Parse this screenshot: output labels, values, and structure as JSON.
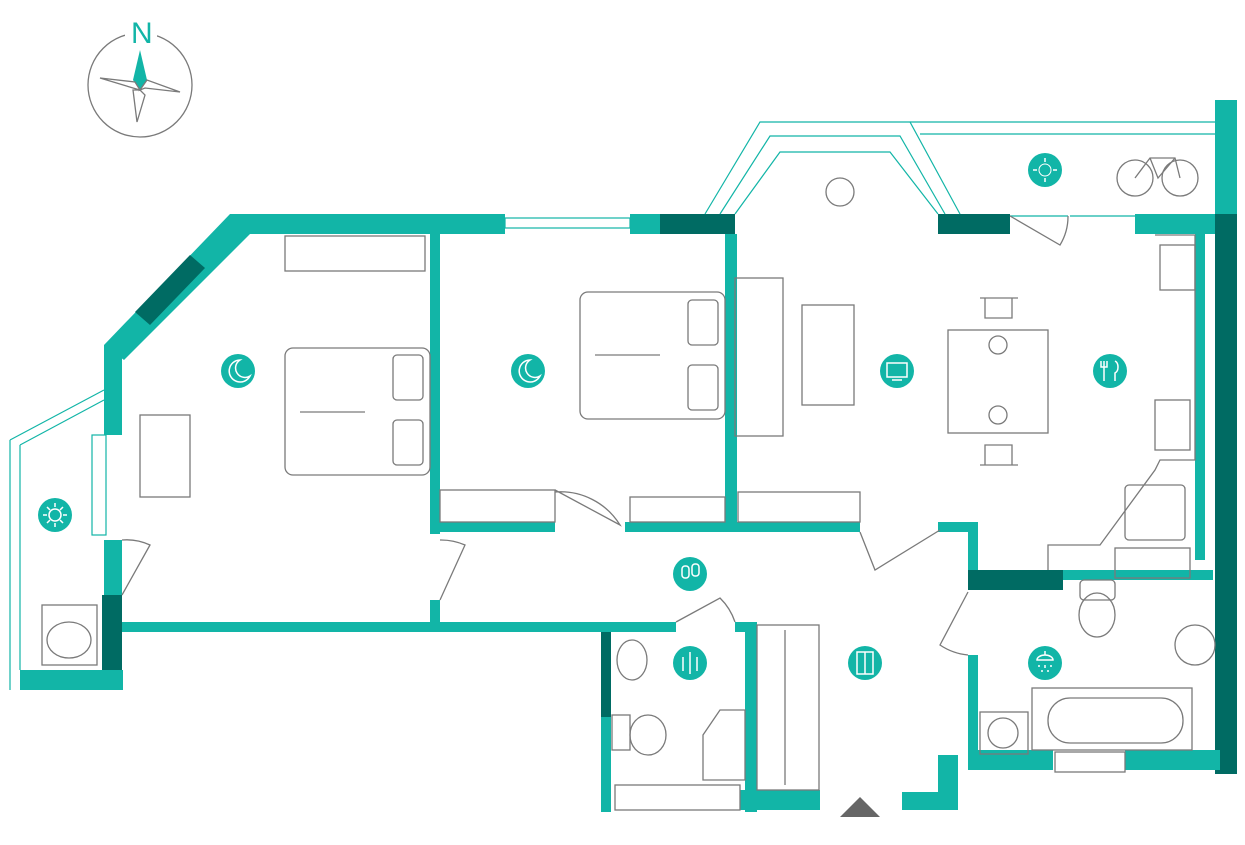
{
  "compass": {
    "label": "N"
  },
  "colors": {
    "wall": "#12b5a7",
    "wall_dark": "#006b63",
    "furniture": "#7a7a7a"
  },
  "rooms": [
    {
      "name": "balcony-west",
      "icon": "sun-icon"
    },
    {
      "name": "bedroom-1",
      "icon": "moon-stars-icon"
    },
    {
      "name": "bedroom-2",
      "icon": "moon-stars-icon"
    },
    {
      "name": "living-room",
      "icon": "tv-icon"
    },
    {
      "name": "kitchen",
      "icon": "fork-knife-icon"
    },
    {
      "name": "balcony-north",
      "icon": "sun-icon"
    },
    {
      "name": "hallway",
      "icon": "slippers-icon"
    },
    {
      "name": "wc",
      "icon": "restroom-icon"
    },
    {
      "name": "wardrobe",
      "icon": "wardrobe-icon"
    },
    {
      "name": "bathroom",
      "icon": "shower-icon"
    }
  ]
}
